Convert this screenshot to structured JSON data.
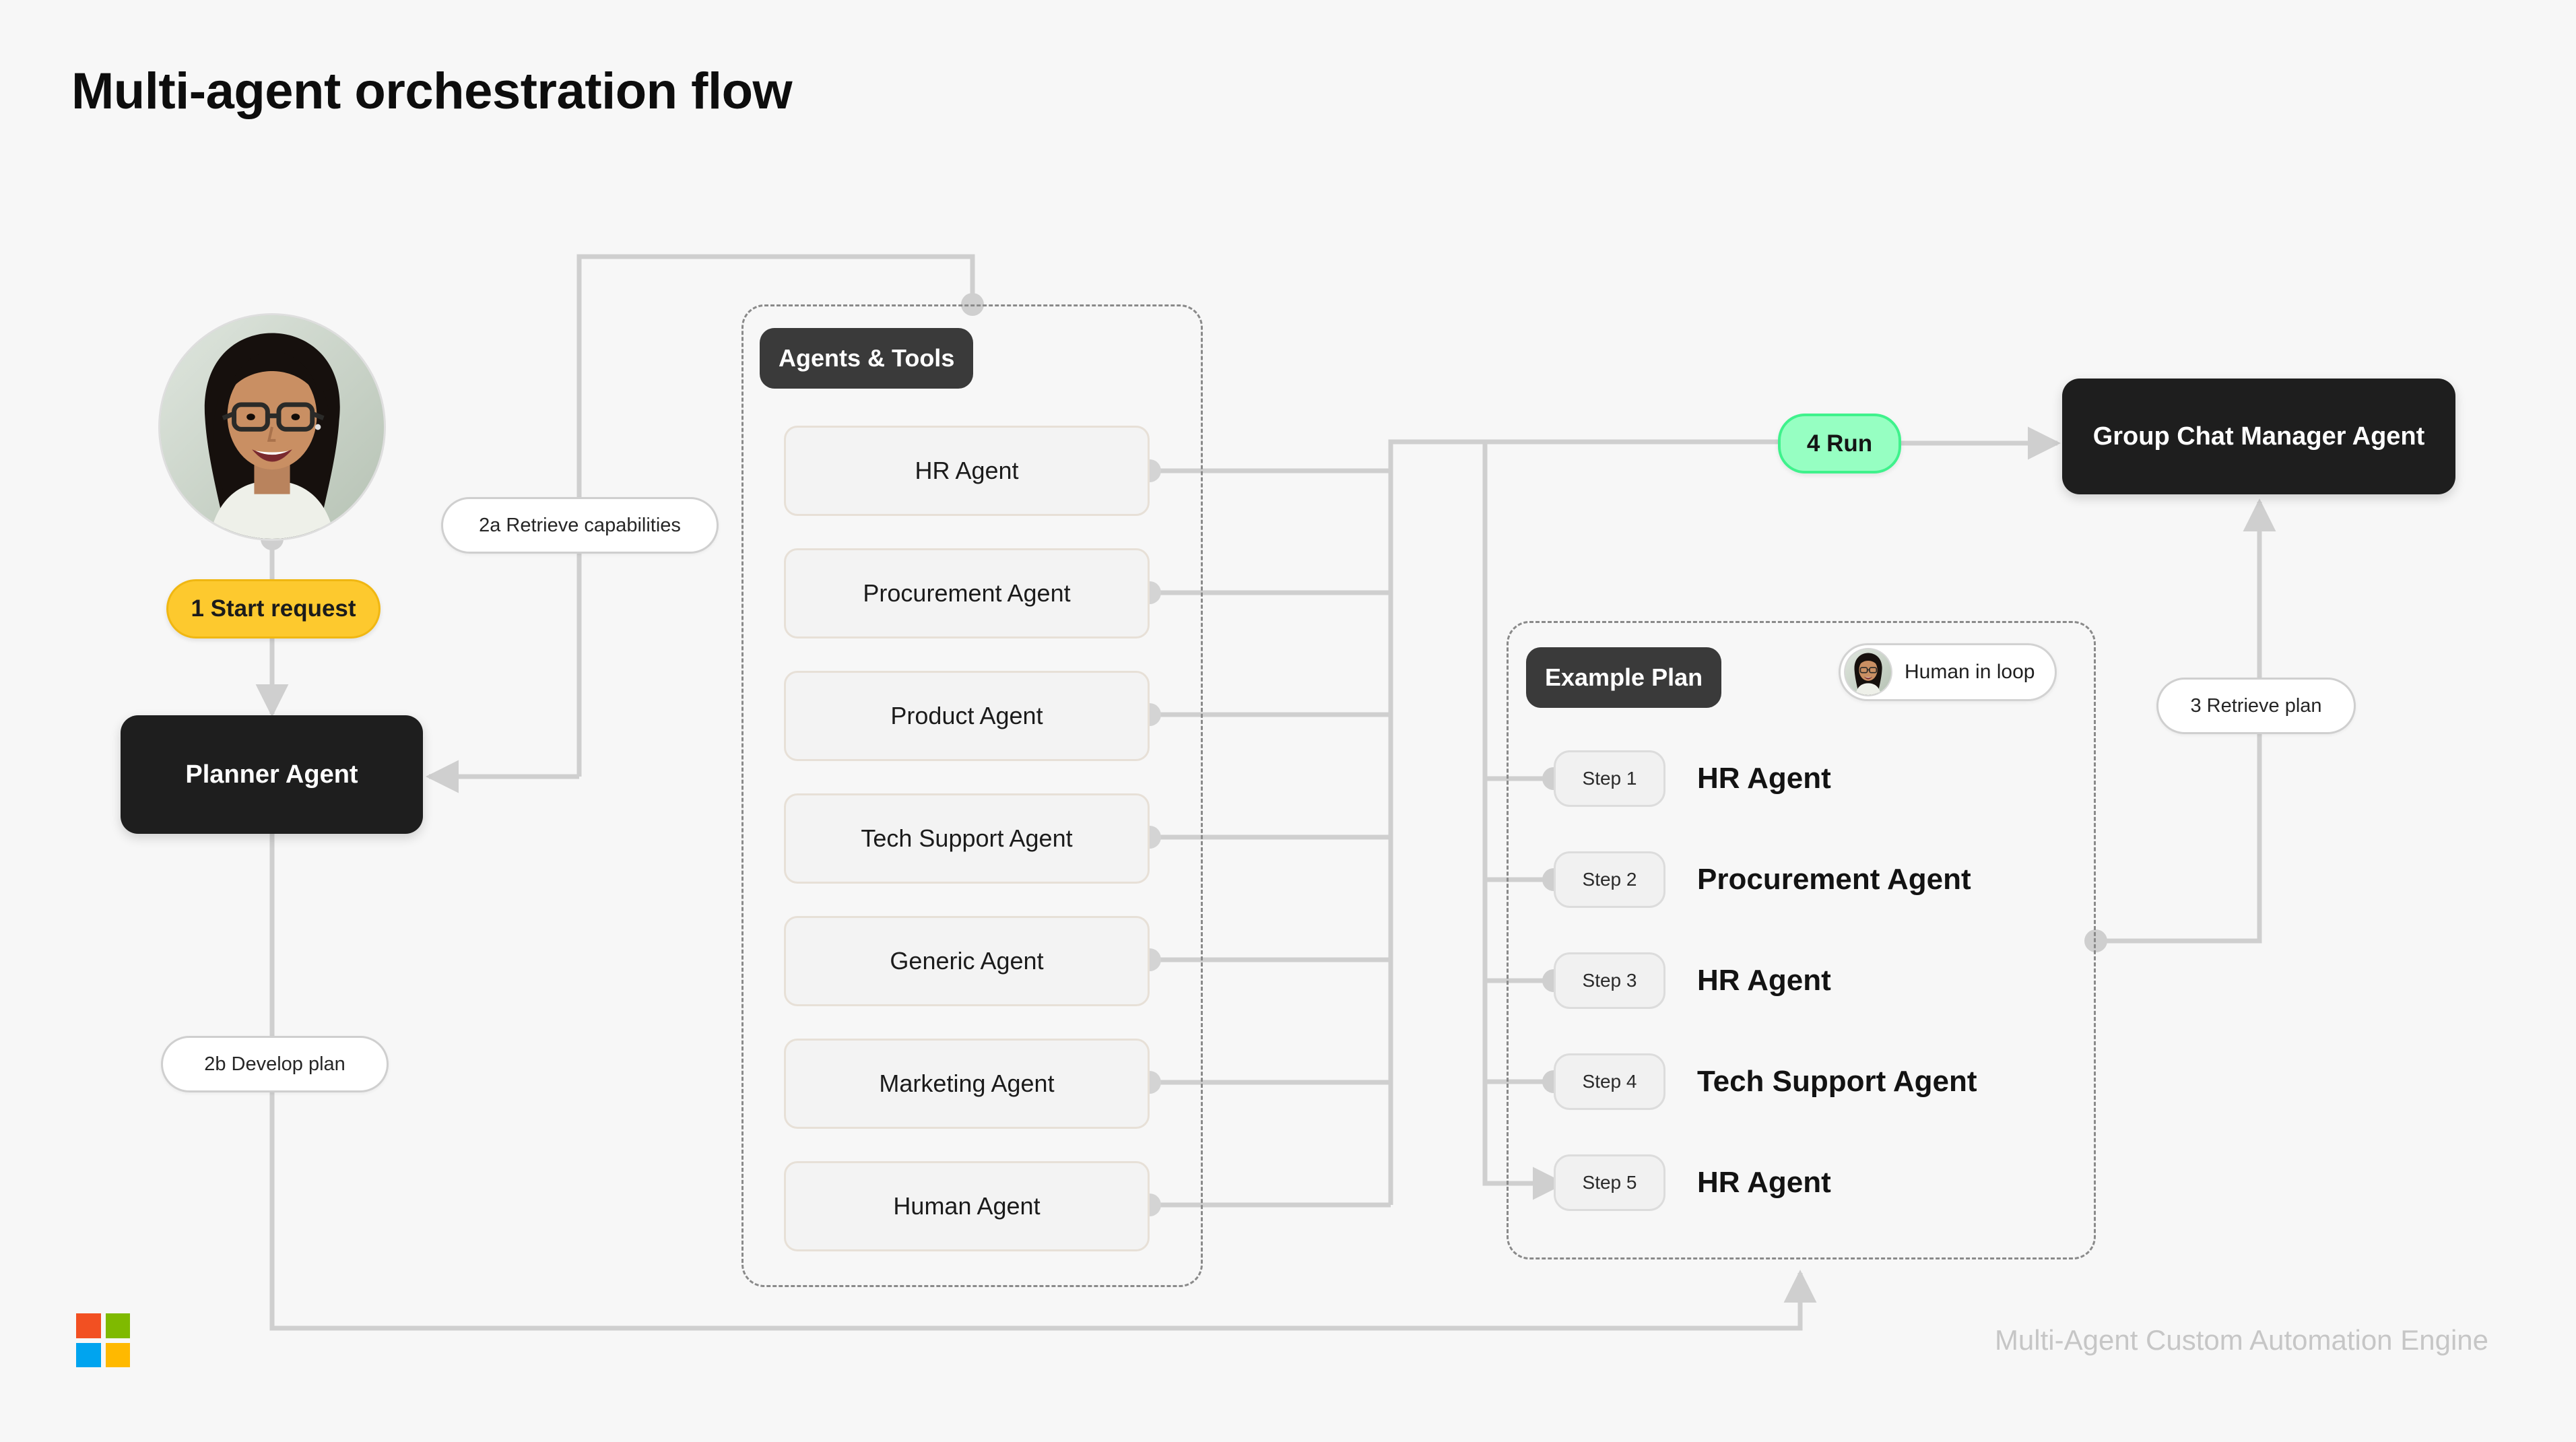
{
  "page": {
    "title": "Multi-agent orchestration flow",
    "footer_wordmark": "Multi-Agent Custom Automation Engine",
    "background_color": "#F7F7F7"
  },
  "colors": {
    "dark_box": "#1E1E1E",
    "start_chip_yellow": "#FDC92E",
    "run_chip_green": "#96FFC2",
    "card_fill": "#F3F3F3",
    "card_border": "#E7E0D7",
    "wire": "#CFCFCF",
    "dashed_border": "#8A8A8A",
    "footer_text": "#C6C6C6",
    "ms_red": "#F25022",
    "ms_green": "#7FBA00",
    "ms_blue": "#00A4EF",
    "ms_yellow": "#FFB900"
  },
  "nodes": {
    "user_avatar_alt": "user-photo",
    "start_request": "1 Start request",
    "planner_agent": "Planner Agent",
    "retrieve_capabilities": "2a Retrieve capabilities",
    "develop_plan": "2b Develop plan",
    "retrieve_plan": "3 Retrieve plan",
    "run": "4 Run",
    "group_chat_manager": "Group Chat Manager Agent"
  },
  "agents_group": {
    "label": "Agents & Tools",
    "items": [
      {
        "label": "HR Agent"
      },
      {
        "label": "Procurement Agent"
      },
      {
        "label": "Product Agent"
      },
      {
        "label": "Tech Support Agent"
      },
      {
        "label": "Generic Agent"
      },
      {
        "label": "Marketing Agent"
      },
      {
        "label": "Human Agent"
      }
    ]
  },
  "plan_group": {
    "label": "Example Plan",
    "human_in_loop": "Human in loop",
    "steps": [
      {
        "step": "Step 1",
        "agent": "HR Agent"
      },
      {
        "step": "Step 2",
        "agent": "Procurement Agent"
      },
      {
        "step": "Step 3",
        "agent": "HR Agent"
      },
      {
        "step": "Step 4",
        "agent": "Tech Support Agent"
      },
      {
        "step": "Step 5",
        "agent": "HR Agent"
      }
    ]
  },
  "logo": {
    "name": "microsoft-logo",
    "tiles": [
      "#F25022",
      "#7FBA00",
      "#00A4EF",
      "#FFB900"
    ]
  }
}
